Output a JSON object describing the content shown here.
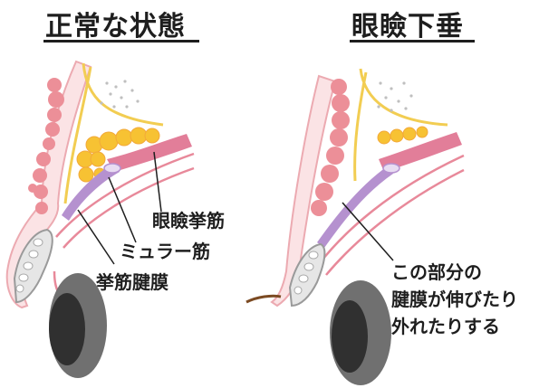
{
  "titles": {
    "normal": "正常な状態",
    "ptosis": "眼瞼下垂"
  },
  "labels": {
    "levator_muscle": "眼瞼挙筋",
    "muller_muscle": "ミュラー筋",
    "levator_aponeurosis": "挙筋腱膜"
  },
  "caption": {
    "line1": "この部分の",
    "line2": "腱膜が伸びたり",
    "line3": "外れたりする"
  },
  "colors": {
    "skin": "#f2b3b8",
    "skin_stroke": "#e8899a",
    "orbicularis": "#ec8f98",
    "fat": "#f7c233",
    "fat_outline": "#f2b93a",
    "septum": "#f2cd52",
    "levator": "#e27e99",
    "muller": "#b591cf",
    "tarsus": "#d7d7d7",
    "eye_outer": "#707070",
    "eye_inner": "#303030",
    "lash": "#7b4a22",
    "text": "#1e1e1e"
  }
}
